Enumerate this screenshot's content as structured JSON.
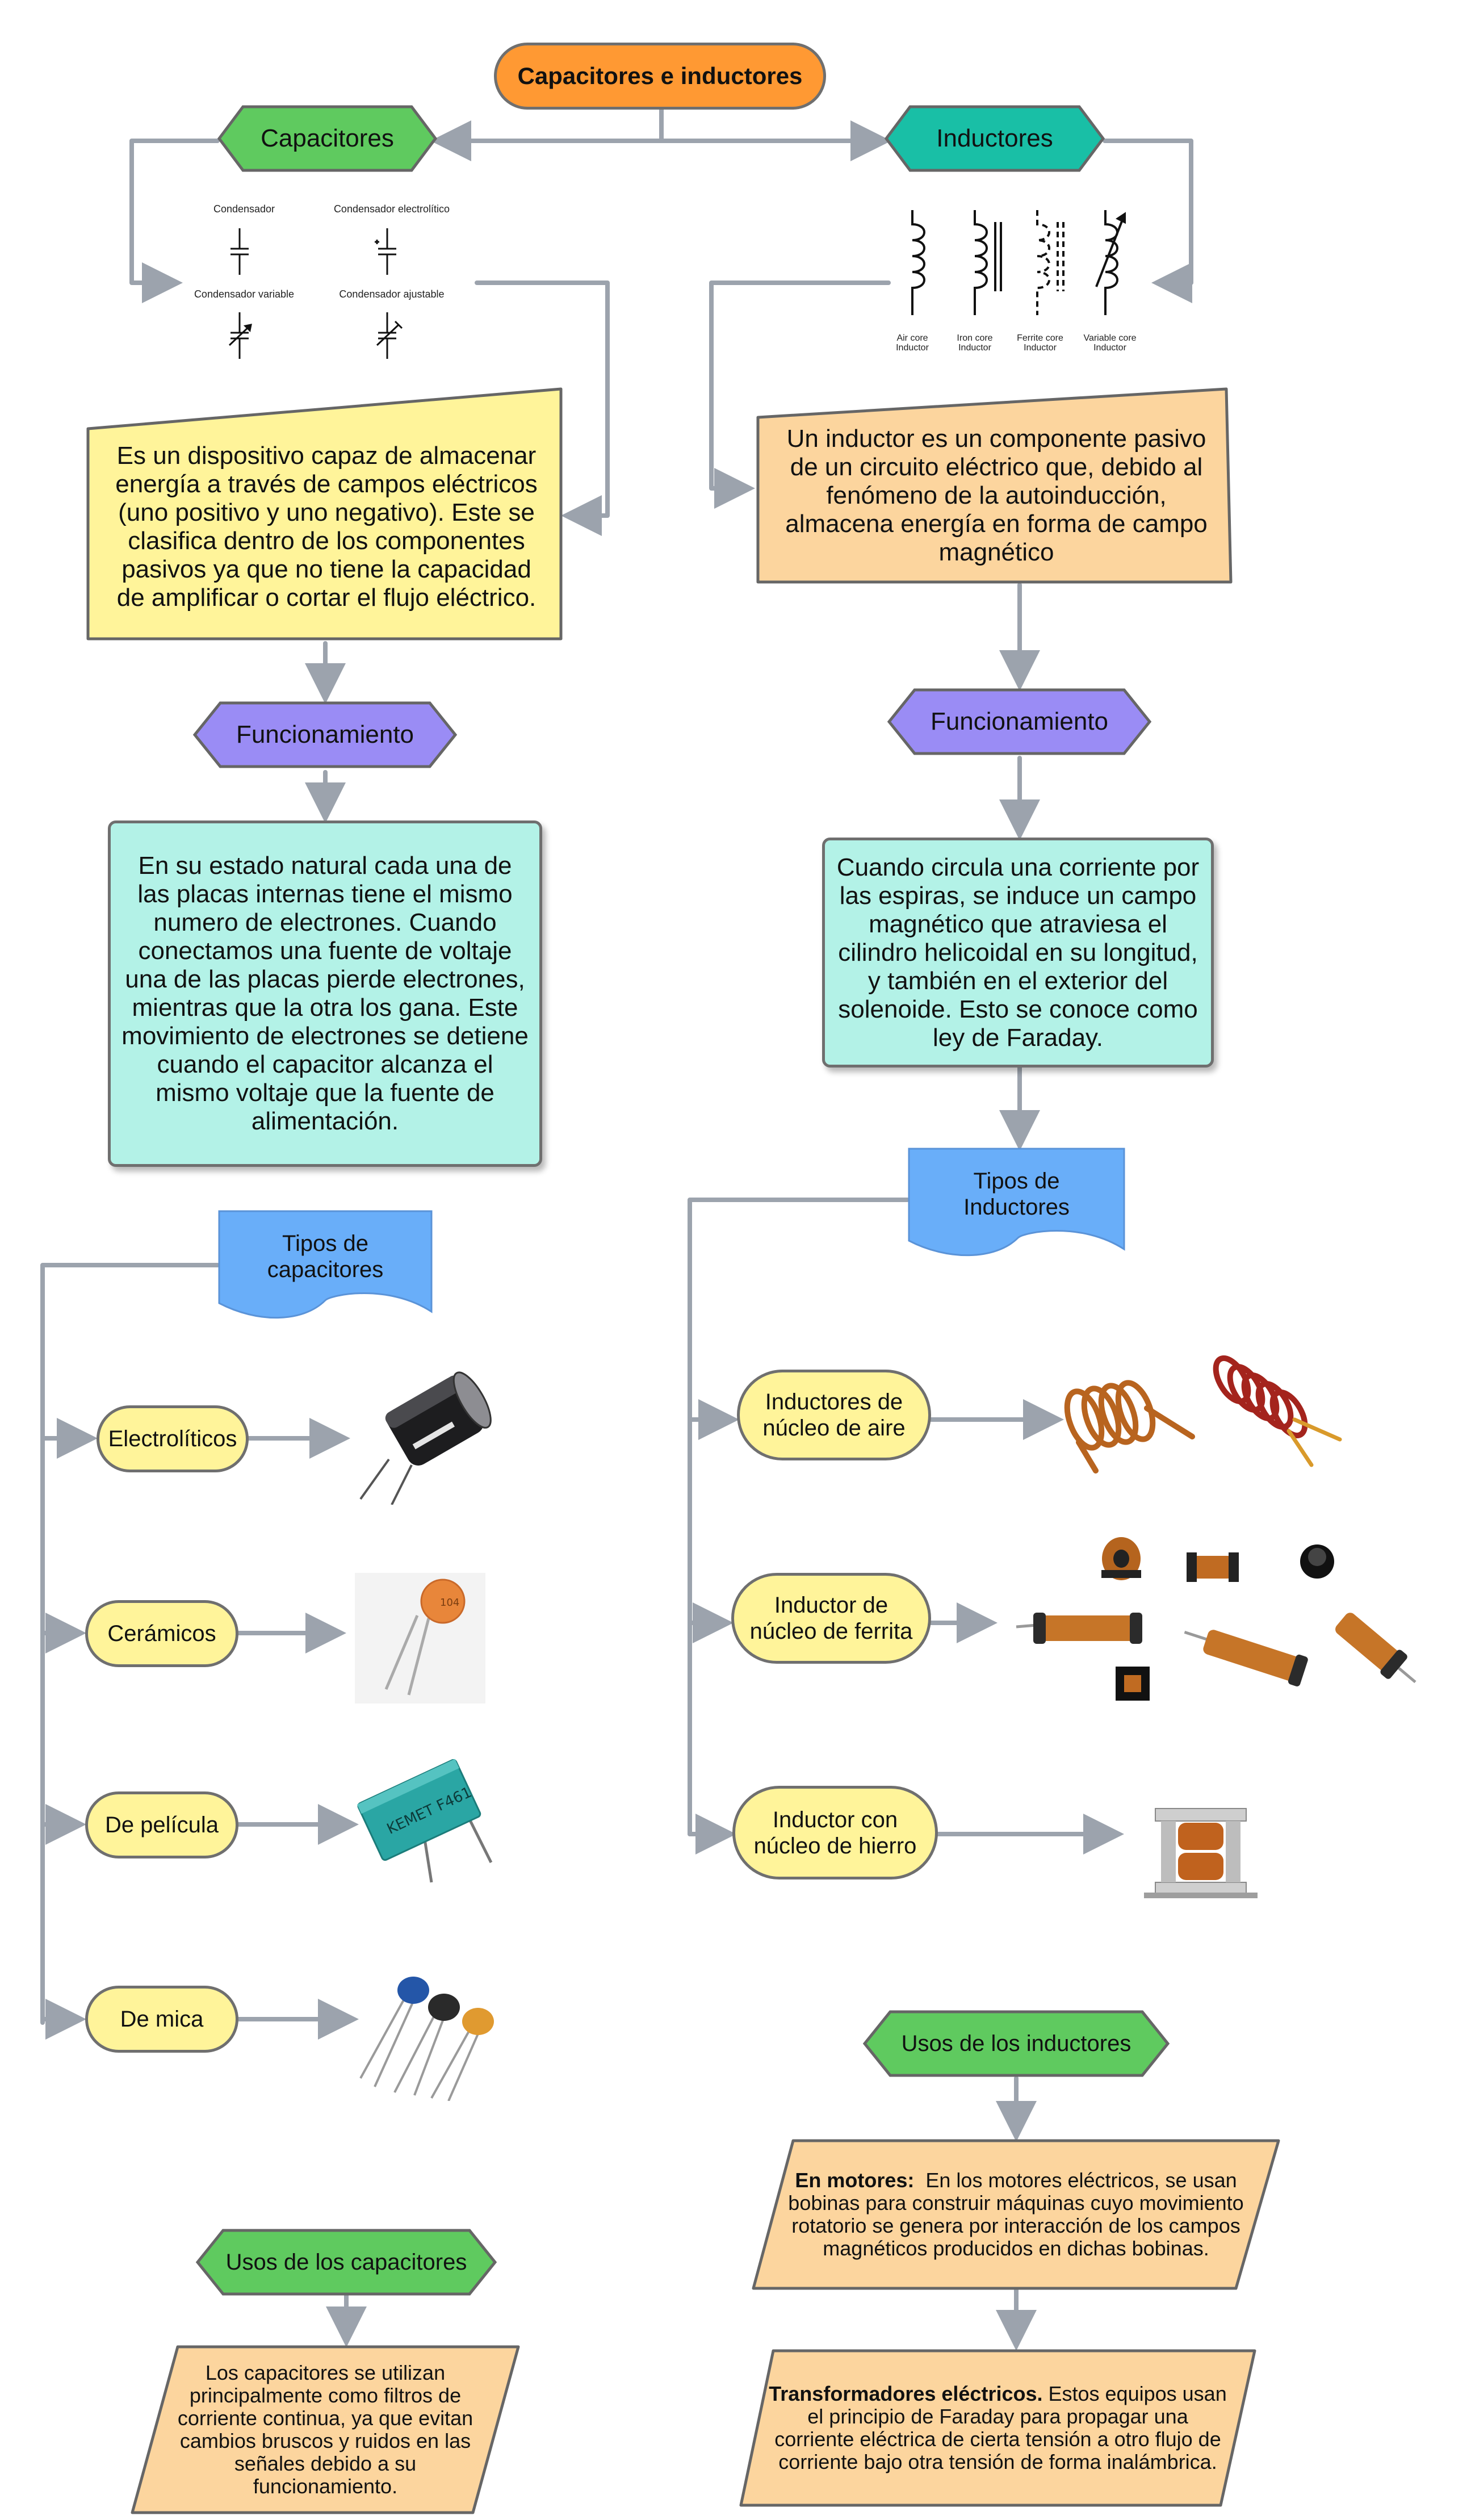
{
  "title": "Capacitores e inductores",
  "colors": {
    "title_fill": "#ff9933",
    "green": "#5fca5f",
    "teal": "#19bfa6",
    "yellow": "#fff49a",
    "peach": "#fcd59e",
    "mint": "#b3f2e7",
    "purple": "#9a8cf5",
    "blue": "#69aef9",
    "line": "#9ca3ad"
  },
  "capacitors": {
    "header": "Capacitores",
    "symbols": [
      "Condensador",
      "Condensador electrolítico",
      "Condensador variable",
      "Condensador ajustable"
    ],
    "definition": "Es un dispositivo capaz de almacenar energía a través de campos eléctricos (uno positivo y uno negativo). Este se clasifica dentro de los componentes pasivos ya que no tiene la capacidad de amplificar o cortar el flujo eléctrico.",
    "function_label": "Funcionamiento",
    "function_text": "En su estado natural cada una de las placas internas tiene el mismo numero de electrones. Cuando conectamos una fuente de voltaje una de las placas pierde electrones, mientras que la otra los gana. Este movimiento de electrones se detiene cuando el capacitor alcanza el mismo voltaje que la fuente de alimentación.",
    "types_label": "Tipos de capacitores",
    "types": [
      "Electrolíticos",
      "Cerámicos",
      "De película",
      "De mica"
    ],
    "film_marking": "KEMET F461",
    "uses_label": "Usos de los capacitores",
    "uses_text": "Los capacitores se utilizan principalmente como filtros de corriente continua, ya que evitan cambios bruscos y ruidos en las señales debido a su funcionamiento."
  },
  "inductors": {
    "header": "Inductores",
    "symbols": [
      "Air core Inductor",
      "Iron core Inductor",
      "Ferrite core Inductor",
      "Variable core Inductor"
    ],
    "definition": "Un inductor es un componente pasivo de un circuito eléctrico que, debido al fenómeno de la autoinducción, almacena energía en forma de campo magnético",
    "function_label": "Funcionamiento",
    "function_text": "Cuando circula una corriente por las espiras, se induce un campo magnético que atraviesa el cilindro helicoidal en su longitud, y también en el exterior del solenoide. Esto se conoce como ley de Faraday.",
    "types_label": "Tipos de Inductores",
    "types": [
      "Inductores de núcleo de aire",
      "Inductor de núcleo de ferrita",
      "Inductor con núcleo de hierro"
    ],
    "uses_label": "Usos de los inductores",
    "use1_bold": "En motores:",
    "use1_text": "En los motores eléctricos, se usan bobinas para construir máquinas cuyo movimiento rotatorio se genera por interacción de los campos magnéticos producidos en dichas bobinas.",
    "use2_bold": "Transformadores eléctricos.",
    "use2_text": "Estos equipos usan el principio de Faraday para propagar una corriente eléctrica de cierta tensión a otro flujo de corriente bajo otra tensión de forma inalámbrica."
  }
}
